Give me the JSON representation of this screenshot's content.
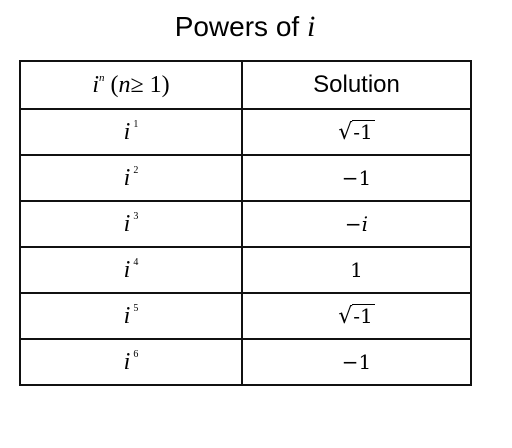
{
  "title": {
    "text": "Powers of",
    "variable": "i"
  },
  "table": {
    "header": {
      "power_base": "i",
      "power_exp": "n",
      "power_condition": "(n≥ 1)",
      "solution": "Solution"
    },
    "rows": [
      {
        "base": "i",
        "exp": "1",
        "solution": "-1",
        "solution_form": "sqrt"
      },
      {
        "base": "i",
        "exp": "2",
        "solution": "−1",
        "solution_form": "plain"
      },
      {
        "base": "i",
        "exp": "3",
        "solution": "−i",
        "solution_form": "italic"
      },
      {
        "base": "i",
        "exp": "4",
        "solution": "1",
        "solution_form": "plain"
      },
      {
        "base": "i",
        "exp": "5",
        "solution": "-1",
        "solution_form": "sqrt"
      },
      {
        "base": "i",
        "exp": "6",
        "solution": "−1",
        "solution_form": "plain"
      }
    ]
  }
}
